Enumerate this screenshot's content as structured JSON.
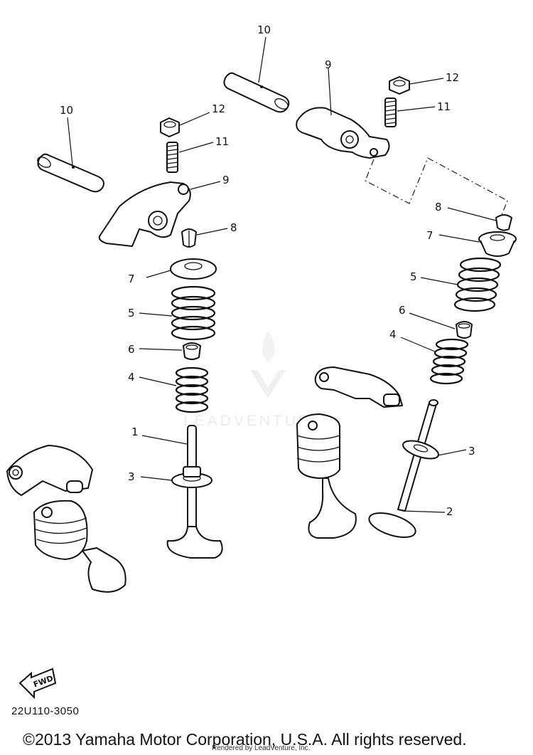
{
  "diagram": {
    "code": "22U110-3050",
    "copyright": "©2013 Yamaha Motor Corporation, U.S.A. All rights reserved.",
    "rendered_by": "Rendered by LeadVenture, Inc.",
    "fwd_label": "FWD",
    "watermark": "LEADVENTURE",
    "callouts": {
      "c10a": "10",
      "c12a": "12",
      "c11a": "11",
      "c9a": "9",
      "c10b": "10",
      "c12b": "12",
      "c11b": "11",
      "c9b": "9",
      "c8l": "8",
      "c7l": "7",
      "c5l": "5",
      "c6l": "6",
      "c4l": "4",
      "c1": "1",
      "c3l": "3",
      "c8r": "8",
      "c7r": "7",
      "c5r": "5",
      "c6r": "6",
      "c4r": "4",
      "c3r": "3",
      "c2": "2"
    }
  }
}
